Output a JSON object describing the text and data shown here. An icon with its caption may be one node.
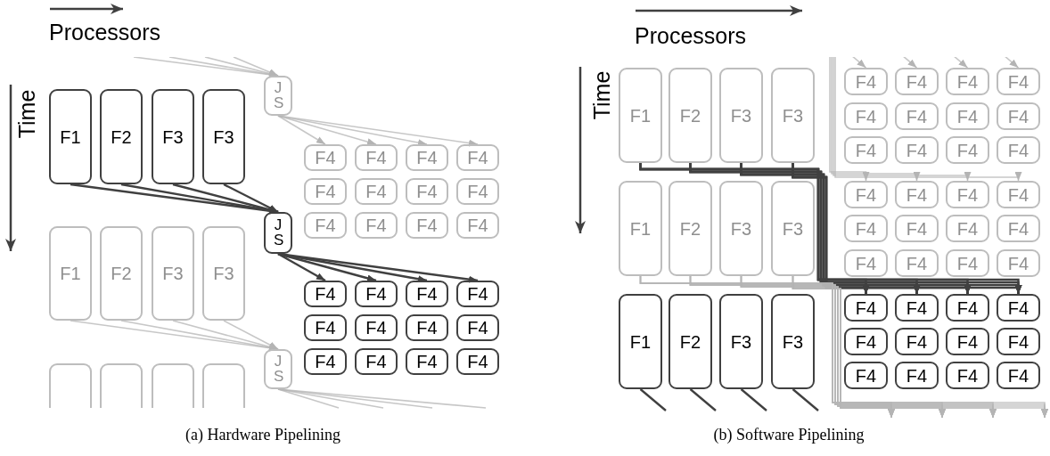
{
  "diagram": {
    "nodes": [
      {
        "text": [
          "J S"
        ]
      },
      {
        "text": [
          "F1"
        ]
      },
      {
        "text": [
          "F2"
        ]
      },
      {
        "text": [
          "F3"
        ]
      },
      {
        "text": [
          "F3"
        ]
      },
      {
        "text": [
          "F4"
        ]
      },
      {
        "text": [
          "F4"
        ]
      },
      {
        "text": [
          "F4"
        ]
      },
      {
        "text": [
          "F4"
        ]
      },
      {
        "text": [
          "F4"
        ]
      },
      {
        "text": [
          "F4"
        ]
      },
      {
        "text": [
          "F4"
        ]
      },
      {
        "text": [
          "F4"
        ]
      },
      {
        "text": [
          "F4"
        ]
      },
      {
        "text": [
          "F4"
        ]
      },
      {
        "text": [
          "F4"
        ]
      },
      {
        "text": [
          "F4"
        ]
      },
      {
        "text": [
          "J S"
        ]
      },
      {
        "text": [
          "F1"
        ]
      },
      {
        "text": [
          "F2"
        ]
      },
      {
        "text": [
          "F3"
        ]
      },
      {
        "text": [
          "F3"
        ]
      },
      {
        "text": [
          "F4"
        ]
      },
      {
        "text": [
          "F4"
        ]
      },
      {
        "text": [
          "F4"
        ]
      },
      {
        "text": [
          "F4"
        ]
      },
      {
        "text": [
          "F4"
        ]
      },
      {
        "text": [
          "F4"
        ]
      },
      {
        "text": [
          "F4"
        ]
      },
      {
        "text": [
          "F4"
        ]
      },
      {
        "text": [
          "F4"
        ]
      },
      {
        "text": [
          "F4"
        ]
      },
      {
        "text": [
          "F4"
        ]
      },
      {
        "text": [
          "F4"
        ]
      },
      {
        "text": [
          "J S"
        ]
      },
      {
        "text": [],
        "shape": "box"
      },
      {
        "text": [],
        "shape": "box"
      },
      {
        "text": [],
        "shape": "box"
      },
      {
        "text": [],
        "shape": "box"
      },
      {
        "text": [
          "F1"
        ]
      },
      {
        "text": [
          "F2"
        ]
      },
      {
        "text": [
          "F3"
        ]
      },
      {
        "text": [
          "F3"
        ]
      },
      {
        "text": [
          "F4"
        ]
      },
      {
        "text": [
          "F4"
        ]
      },
      {
        "text": [
          "F4"
        ]
      },
      {
        "text": [
          "F4"
        ]
      },
      {
        "text": [
          "F4"
        ]
      },
      {
        "text": [
          "F4"
        ]
      },
      {
        "text": [
          "F4"
        ]
      },
      {
        "text": [
          "F4"
        ]
      },
      {
        "text": [
          "F4"
        ]
      },
      {
        "text": [
          "F4"
        ]
      },
      {
        "text": [
          "F4"
        ]
      },
      {
        "text": [
          "F4"
        ]
      },
      {
        "text": [
          "F4"
        ]
      },
      {
        "text": [
          "F4"
        ]
      },
      {
        "text": [
          "F4"
        ]
      },
      {
        "text": [
          "F4"
        ]
      },
      {
        "text": [
          "F4"
        ]
      },
      {
        "text": [
          "F4"
        ]
      },
      {
        "text": [
          "F4"
        ]
      },
      {
        "text": [
          "F4"
        ]
      },
      {
        "text": [
          "F4"
        ]
      },
      {
        "text": [
          "F4"
        ]
      },
      {
        "text": [
          "F4"
        ]
      },
      {
        "text": [
          "F4"
        ]
      },
      {
        "text": [
          "F1"
        ]
      },
      {
        "text": [
          "F2"
        ]
      },
      {
        "text": [
          "F3"
        ]
      },
      {
        "text": [
          "F3"
        ]
      },
      {
        "text": [
          "F1"
        ]
      },
      {
        "text": [
          "F2"
        ]
      },
      {
        "text": [
          "F3"
        ]
      },
      {
        "text": [
          "F3"
        ]
      },
      {
        "text": [
          "F4"
        ]
      },
      {
        "text": [
          "F4"
        ]
      },
      {
        "text": [
          "F4"
        ]
      },
      {
        "text": [
          "F4"
        ]
      },
      {
        "text": [
          "F4"
        ]
      },
      {
        "text": [
          "F4"
        ]
      },
      {
        "text": [
          "F4"
        ]
      },
      {
        "text": [
          "F4"
        ]
      },
      {
        "text": [
          "F4"
        ]
      },
      {
        "text": [
          "F4"
        ]
      },
      {
        "text": [
          "F4"
        ]
      },
      {
        "text": [
          "F4"
        ]
      }
    ],
    "edges": [
      {
        "from": null,
        "to": 0,
        "arrow": "to"
      },
      {
        "from": null,
        "to": 0,
        "arrow": "to"
      },
      {
        "from": null,
        "to": 0,
        "arrow": "to"
      },
      {
        "from": null,
        "to": 0,
        "arrow": "to"
      },
      {
        "from": 0,
        "to": 5,
        "arrow": "to"
      },
      {
        "from": 0,
        "to": 6,
        "arrow": "to"
      },
      {
        "from": 0,
        "to": 7,
        "arrow": "to"
      },
      {
        "from": 0,
        "to": 8,
        "arrow": "to"
      },
      {
        "from": 1,
        "to": 17,
        "arrow": "to",
        "color": "#404040"
      },
      {
        "from": 2,
        "to": 17,
        "arrow": "to",
        "color": "#404040"
      },
      {
        "from": 3,
        "to": 17,
        "arrow": "to",
        "color": "#404040"
      },
      {
        "from": 4,
        "to": 17,
        "arrow": "to",
        "color": "#404040"
      },
      {
        "from": 17,
        "to": 22,
        "arrow": "to",
        "color": "#404040"
      },
      {
        "from": 17,
        "to": 23,
        "arrow": "to",
        "color": "#404040"
      },
      {
        "from": 17,
        "to": 24,
        "arrow": "to",
        "color": "#404040"
      },
      {
        "from": 17,
        "to": 25,
        "arrow": "to",
        "color": "#404040"
      },
      {
        "from": 18,
        "to": 34,
        "arrow": "to"
      },
      {
        "from": 19,
        "to": 34,
        "arrow": "to"
      },
      {
        "from": 20,
        "to": 34,
        "arrow": "to"
      },
      {
        "from": 21,
        "to": 34,
        "arrow": "to"
      },
      {
        "from": 34,
        "to": null,
        "arrow": "none"
      },
      {
        "from": 34,
        "to": null,
        "arrow": "none"
      },
      {
        "from": 34,
        "to": null,
        "arrow": "none"
      },
      {
        "from": 34,
        "to": null,
        "arrow": "none"
      },
      {
        "from": null,
        "to": 43,
        "arrow": "to"
      },
      {
        "from": null,
        "to": 44,
        "arrow": "to"
      },
      {
        "from": null,
        "to": 45,
        "arrow": "to"
      },
      {
        "from": null,
        "to": 46,
        "arrow": "to"
      },
      {
        "from": null,
        "to": 55,
        "arrow": "to"
      },
      {
        "from": null,
        "to": 56,
        "arrow": "to"
      },
      {
        "from": null,
        "to": 57,
        "arrow": "to"
      },
      {
        "from": null,
        "to": 58,
        "arrow": "to"
      },
      {
        "from": 39,
        "to": 75,
        "arrow": "to",
        "color": "#404040"
      },
      {
        "from": 39,
        "to": 76,
        "arrow": "to",
        "color": "#404040"
      },
      {
        "from": 39,
        "to": 77,
        "arrow": "to",
        "color": "#404040"
      },
      {
        "from": 39,
        "to": 78,
        "arrow": "to",
        "color": "#404040"
      },
      {
        "from": 40,
        "to": 75,
        "arrow": "to",
        "color": "#404040"
      },
      {
        "from": 40,
        "to": 76,
        "arrow": "to",
        "color": "#404040"
      },
      {
        "from": 40,
        "to": 77,
        "arrow": "to",
        "color": "#404040"
      },
      {
        "from": 40,
        "to": 78,
        "arrow": "to",
        "color": "#404040"
      },
      {
        "from": 41,
        "to": 75,
        "arrow": "to",
        "color": "#404040"
      },
      {
        "from": 41,
        "to": 76,
        "arrow": "to",
        "color": "#404040"
      },
      {
        "from": 41,
        "to": 77,
        "arrow": "to",
        "color": "#404040"
      },
      {
        "from": 41,
        "to": 78,
        "arrow": "to",
        "color": "#404040"
      },
      {
        "from": 42,
        "to": 75,
        "arrow": "to",
        "color": "#404040"
      },
      {
        "from": 42,
        "to": 76,
        "arrow": "to",
        "color": "#404040"
      },
      {
        "from": 42,
        "to": 77,
        "arrow": "to",
        "color": "#404040"
      },
      {
        "from": 42,
        "to": 78,
        "arrow": "to",
        "color": "#404040"
      },
      {
        "from": 67,
        "to": null,
        "arrow": "to"
      },
      {
        "from": 67,
        "to": null,
        "arrow": "to"
      },
      {
        "from": 67,
        "to": null,
        "arrow": "to"
      },
      {
        "from": 67,
        "to": null,
        "arrow": "to"
      },
      {
        "from": 68,
        "to": null,
        "arrow": "to"
      },
      {
        "from": 68,
        "to": null,
        "arrow": "to"
      },
      {
        "from": 68,
        "to": null,
        "arrow": "to"
      },
      {
        "from": 68,
        "to": null,
        "arrow": "to"
      },
      {
        "from": 69,
        "to": null,
        "arrow": "to"
      },
      {
        "from": 69,
        "to": null,
        "arrow": "to"
      },
      {
        "from": 69,
        "to": null,
        "arrow": "to"
      },
      {
        "from": 69,
        "to": null,
        "arrow": "to"
      },
      {
        "from": 70,
        "to": null,
        "arrow": "to"
      },
      {
        "from": 70,
        "to": null,
        "arrow": "to"
      },
      {
        "from": 70,
        "to": null,
        "arrow": "to"
      },
      {
        "from": 70,
        "to": null,
        "arrow": "to"
      },
      {
        "from": 71,
        "to": null,
        "arrow": "none",
        "color": "#404040"
      },
      {
        "from": 72,
        "to": null,
        "arrow": "none",
        "color": "#404040"
      },
      {
        "from": 73,
        "to": null,
        "arrow": "none",
        "color": "#404040"
      },
      {
        "from": 74,
        "to": null,
        "arrow": "none",
        "color": "#404040"
      }
    ],
    "labels": [
      "Processors",
      "Time",
      "(a) Hardware Pipelining",
      "Processors",
      "Time",
      "(b) Software Pipelining"
    ]
  }
}
